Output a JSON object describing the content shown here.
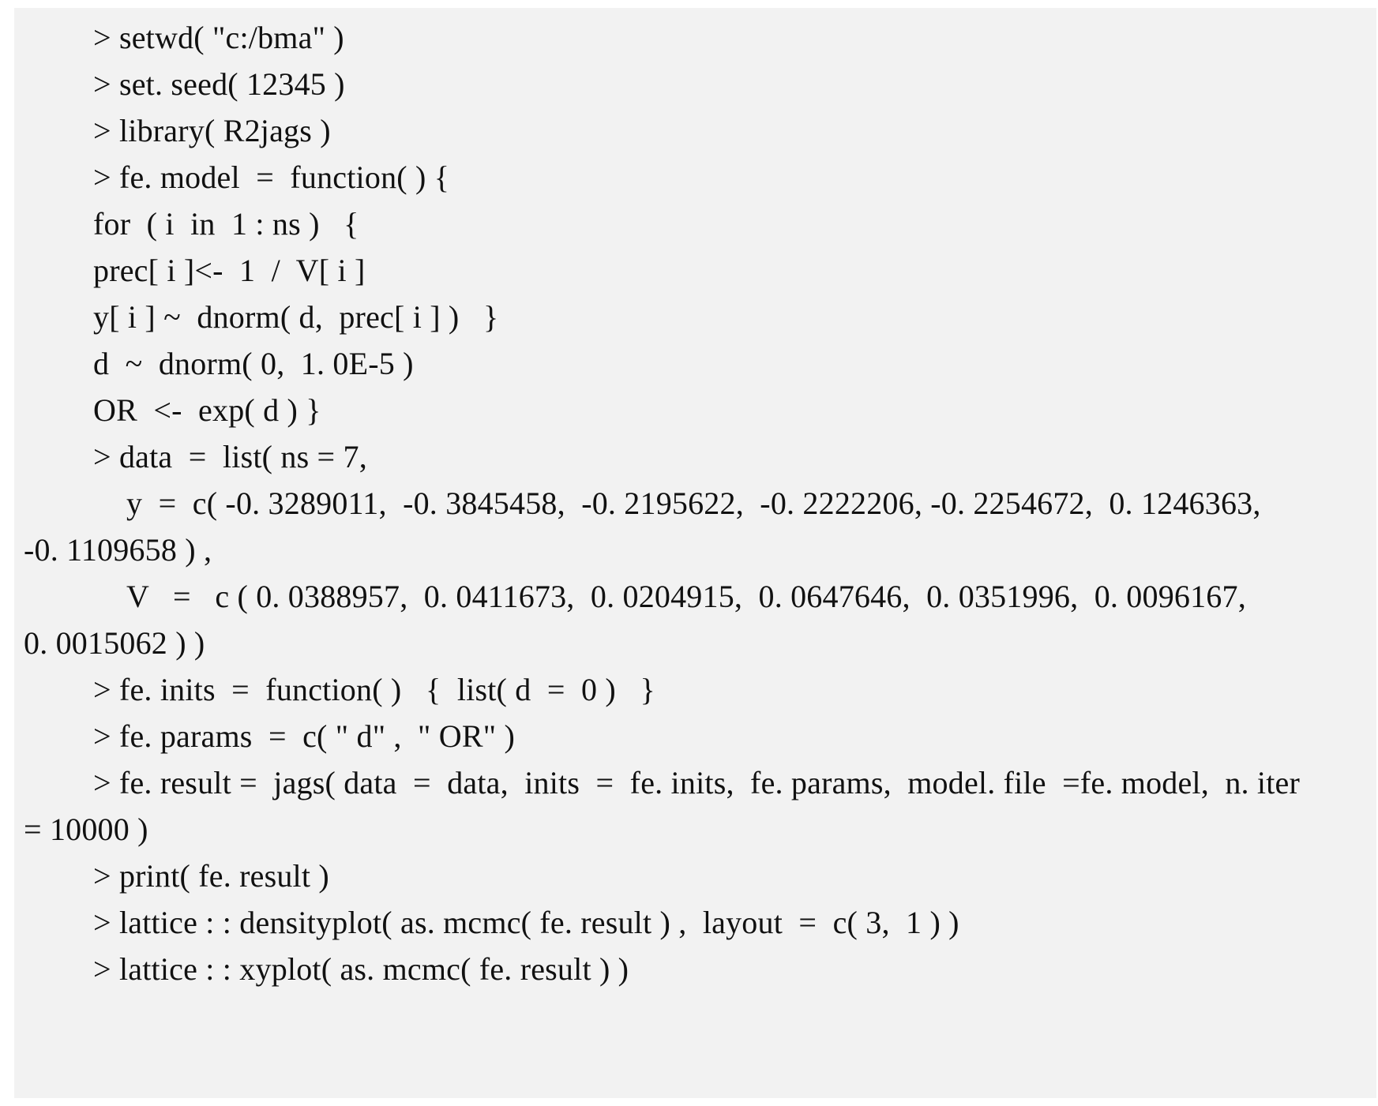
{
  "code_listing": {
    "lines": [
      "> setwd( \"c:/bma\" )",
      "> set. seed( 12345 )",
      "> library( R2jags )",
      "> fe. model  =  function( ) {",
      "for  ( i  in  1 : ns )   {",
      "prec[ i ]<-  1  /  V[ i ]",
      "y[ i ] ~  dnorm( d,  prec[ i ] )   }",
      "d  ~  dnorm( 0,  1. 0E-5 )",
      "OR  <-  exp( d ) }",
      "> data  =  list( ns = 7,",
      "y  =  c( -0. 3289011,  -0. 3845458,  -0. 2195622,  -0. 2222206, -0. 2254672,  0. 1246363,",
      "-0. 1109658 ) ,",
      "V   =   c ( 0. 0388957,  0. 0411673,  0. 0204915,  0. 0647646,  0. 0351996,  0. 0096167,",
      "0. 0015062 ) )",
      "> fe. inits  =  function( )   {  list( d  =  0 )   }",
      "> fe. params  =  c( \" d\" ,  \" OR\" )",
      "> fe. result =  jags( data  =  data,  inits  =  fe. inits,  fe. params,  model. file  =fe. model,  n. iter",
      "= 10000 )",
      "> print( fe. result )",
      "> lattice : : densityplot( as. mcmc( fe. result ) ,  layout  =  c( 3,  1 ) )",
      "> lattice : : xyplot( as. mcmc( fe. result ) )"
    ]
  }
}
